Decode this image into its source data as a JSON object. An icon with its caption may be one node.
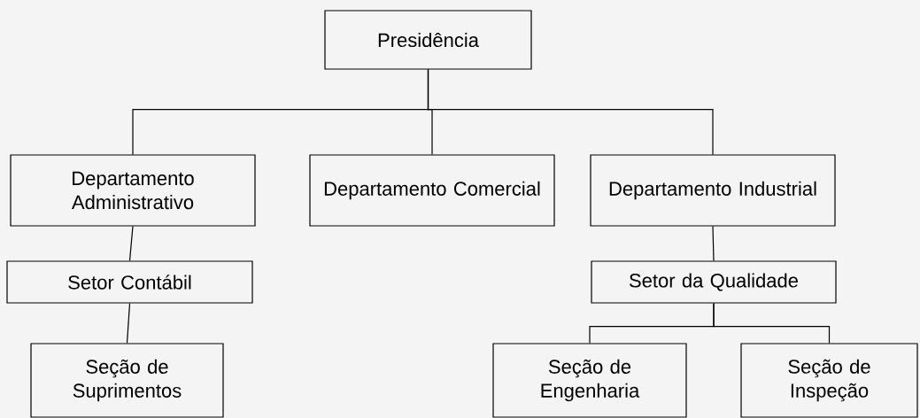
{
  "diagram": {
    "nodes": [
      {
        "text": [
          "Presidência"
        ]
      },
      {
        "text": [
          "Departamento Administrativo"
        ]
      },
      {
        "text": [
          "Departamento Comercial"
        ]
      },
      {
        "text": [
          "Departamento Industrial"
        ]
      },
      {
        "text": [
          "Setor Contábil"
        ]
      },
      {
        "text": [
          "Setor da Qualidade"
        ]
      },
      {
        "text": [
          "Seção de Suprimentos"
        ]
      },
      {
        "text": [
          "Seção de Engenharia"
        ]
      },
      {
        "text": [
          "Seção de Inspeção"
        ]
      }
    ],
    "edges": [
      {
        "from": 0,
        "to": 1,
        "arrow": "none"
      },
      {
        "from": 0,
        "to": 2,
        "arrow": "none"
      },
      {
        "from": 0,
        "to": 3,
        "arrow": "none"
      },
      {
        "from": 1,
        "to": 4,
        "arrow": "none"
      },
      {
        "from": 4,
        "to": 6,
        "arrow": "none"
      },
      {
        "from": 3,
        "to": 5,
        "arrow": "none"
      },
      {
        "from": 5,
        "to": 7,
        "arrow": "none"
      },
      {
        "from": 5,
        "to": 8,
        "arrow": "none"
      }
    ]
  }
}
